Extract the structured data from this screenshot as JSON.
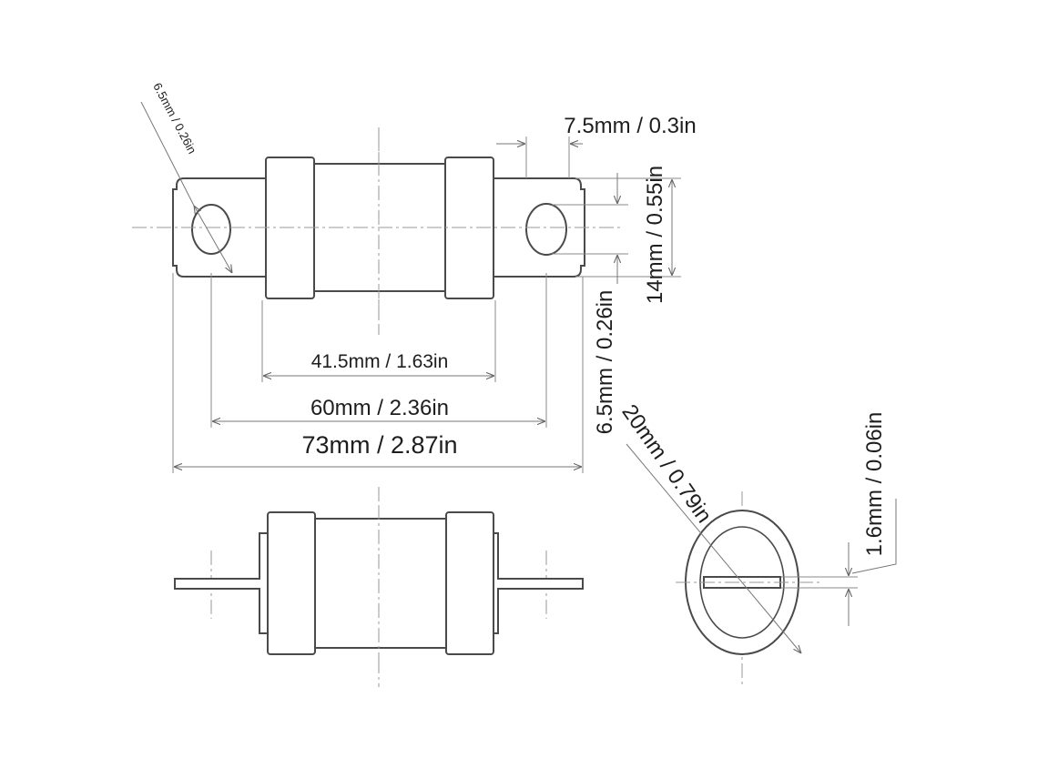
{
  "dimensions": {
    "mount_hole": "6.5mm / 0.26in",
    "tag_length": "7.5mm / 0.3in",
    "tag_width": "14mm / 0.55in",
    "hole_offset": "6.5mm / 0.26in",
    "body_length": "41.5mm / 1.63in",
    "hole_centers": "60mm / 2.36in",
    "overall_length": "73mm / 2.87in",
    "body_diameter": "20mm / 0.79in",
    "tag_thickness": "1.6mm / 0.06in"
  }
}
